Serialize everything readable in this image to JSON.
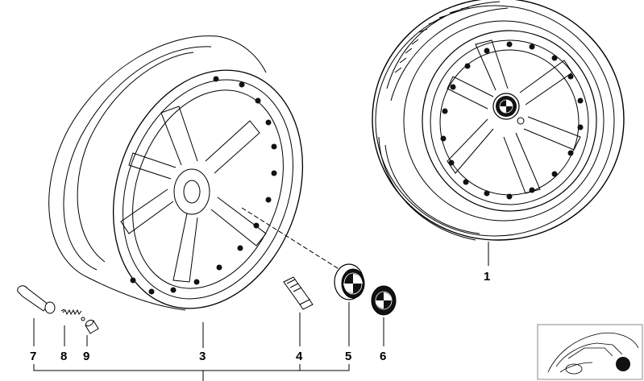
{
  "callouts": {
    "c1": "1",
    "c3": "3",
    "c4": "4",
    "c5": "5",
    "c6": "6",
    "c7": "7",
    "c8": "8",
    "c9": "9"
  },
  "colors": {
    "line": "#000000",
    "background": "#ffffff",
    "fill_dark": "#111111",
    "inset_border": "#888888"
  },
  "icons": {
    "logo": "bmw-roundel-icon"
  }
}
